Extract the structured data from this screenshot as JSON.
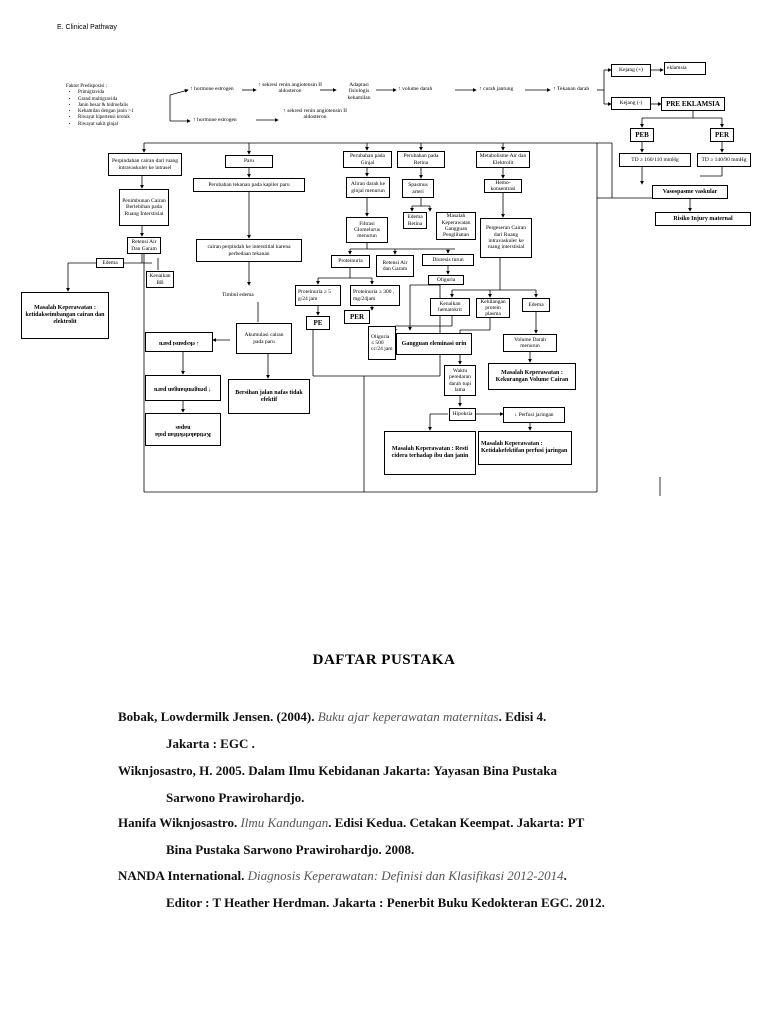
{
  "title": "E.  Clinical Pathway",
  "factors": {
    "heading": "Faktor Predisposisi :",
    "items": [
      "Primigravida",
      "Grand multigravida",
      "Janin besar & hidroefalis",
      "Kehamilan dengan janin >1",
      "Riwayat hipertensi kronik",
      "Riwayat sakit ginjal"
    ]
  },
  "nodes": {
    "hormone1": "↑ hormone estrogen",
    "renin1": "↑ sekresi renin angiotensin II aldosteron",
    "adaptasi": "Adaptasi fisiologis kehamilan",
    "volume": "↑ volume darah",
    "curah": "↑ curah jantung",
    "tekanan": "↑ Tekanan darah",
    "hormone2": "↑ hormone estrogen",
    "renin2": "↑ sekresi renin angiotensin II aldosteron",
    "kejang_pos": "Kejang (+)",
    "eklamsia": "eklamsia",
    "kejang_neg": "Kejang (-)",
    "pre_eklamsia": "PRE EKLAMSIA",
    "peb": "PEB",
    "per_top": "PER",
    "td_peb": "TD ≥ 160/110 mmHg",
    "td_per": "TD ≥ 140/90 mmHg",
    "vasospasme": "Vasospasme vaskular",
    "risiko": "Risiko Injury maternal",
    "perpindahan": "Perpindahan cairan dari ruang intravaskuler ke intrasel",
    "penimbunan": "Penimbunan Cairan Berlebihan pada Ruang Interstisial",
    "retensi": "Retensi Air Dan Garam",
    "edema_left": "Edema",
    "kenaikan_bb": "Kenaikan BB",
    "masalah_left": "Masalah Keperawatan : ketidakseimbangan cairan dan elektrolit",
    "paru": "Paru",
    "perubahan_tekanan": "Perubahan tekanan pada kapiler paru",
    "cairan_pindah": "cairan perpindah ke interstitial karena perbedaan tekanan",
    "timbul_edema": "Timbul edema",
    "akumulasi": "Akumulasi cairan pada paru",
    "bersihan": "Bersihan jalan nafas tidak efektif",
    "ekspansi": "↓ ekspansi paru",
    "pengembangan": "↑ pengembangan paru",
    "ketidakefektifan_pola": "Ketidakefektifan pola napas",
    "ginjal": "Perubahan pada Ginjal",
    "aliran": "Aliran darah ke ginjal menurun",
    "filtrasi": "Filtrasi Glomelurus menurun",
    "proteinuria": "Proteinuria",
    "retensi_air": "Retensi Air dan Garam",
    "diuresis": "Diuresis turun",
    "oliguria": "Oliguria",
    "prot5": "Proteinuria ≥ 5 g/24 jam",
    "prot300": "Proteinuria ≥ 300 , mg/24jam",
    "pe": "PE",
    "per_mid": "PER",
    "oliguria500": "Oliguria ≤ 500 cc/24 jam",
    "retina": "Perubahan pada Retina",
    "spasmus": "Spasmus arteri",
    "edema_retina": "Edema Retina",
    "masalah_penglihatan": "Masalah Keperawatan Gangguan Penglihatan",
    "metabolisme": "Metabolisme Air dan Elektrolit",
    "hemo": "Hemo-konsentrasi",
    "pergeseran": "Pergeseran Cairan dari Ruang intravaskuler ke ruang interstisial",
    "kenaikan_hemato": "Kenaikan hematokrit",
    "kehilangan": "Kehilangan protein plasma",
    "edema_right": "Edema",
    "gangguan": "Gangguan eleminasi urin",
    "volume_darah": "Volume Darah menurun",
    "masalah_volume": "Masalah Keperawatan : Kekurangan Volume Cairan",
    "waktu": "Waktu peredaran darah tupi lama",
    "hipoksia": "Hipoksia",
    "perfusi": "↓ Perfusi jaringan",
    "masalah_cidera": "Masalah Keperawatan : Resti cidera terhadap ibu dan janin",
    "masalah_perfusi": "Masalah Keperawatan : Ketidakefektifan perfusi jaringan"
  },
  "references": {
    "heading": "DAFTAR PUSTAKA",
    "items": [
      {
        "line1_a": "Bobak, Lowdermilk Jensen. (2004).",
        "line1_i": "Buku ajar keperawatan maternitas",
        "line1_b": ". Edisi 4.",
        "line2": "Jakarta : EGC ."
      },
      {
        "line1_a": "Wiknjosastro, H. 2005. Dalam Ilmu Kebidanan Jakarta: Yayasan Bina Pustaka",
        "line1_i": "",
        "line1_b": "",
        "line2": "Sarwono Prawirohardjo."
      },
      {
        "line1_a": "Hanifa Wiknjosastro.",
        "line1_i": "Ilmu Kandungan",
        "line1_b": ". Edisi Kedua. Cetakan Keempat. Jakarta: PT",
        "line2": "Bina Pustaka Sarwono Prawirohardjo. 2008."
      },
      {
        "line1_a": "NANDA International.",
        "line1_i": "Diagnosis Keperawatan: Definisi dan Klasifikasi 2012-2014",
        "line1_b": ".",
        "line2": "Editor : T Heather Herdman. Jakarta : Penerbit Buku Kedokteran EGC. 2012."
      }
    ]
  }
}
